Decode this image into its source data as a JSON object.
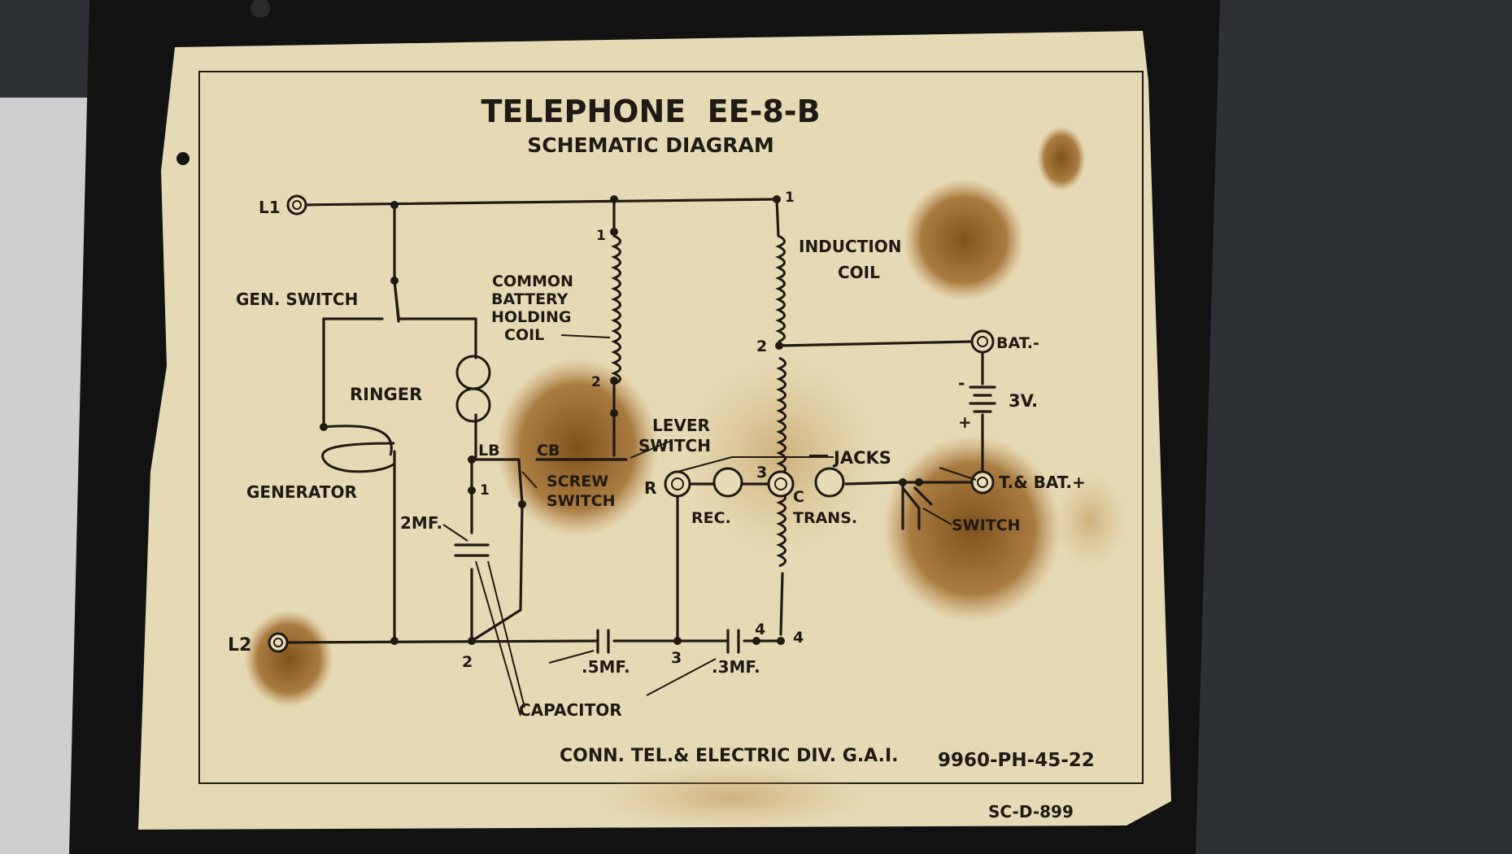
{
  "title": "TELEPHONE  EE-8-B",
  "subtitle": "SCHEMATIC DIAGRAM",
  "labels": {
    "L1": "L1",
    "L2": "L2",
    "gen_switch": "GEN. SWITCH",
    "ringer": "RINGER",
    "generator": "GENERATOR",
    "cap_2mf": "2MF.",
    "cb_coil_1": "COMMON",
    "cb_coil_2": "BATTERY",
    "cb_coil_3": "HOLDING",
    "cb_coil_4": "COIL",
    "induction_1": "INDUCTION",
    "induction_2": "COIL",
    "lever_1": "LEVER",
    "lever_2": "SWITCH",
    "screw_1": "SCREW",
    "screw_2": "SWITCH",
    "lb": "LB",
    "cb": "CB",
    "jacks": "JACKS",
    "r": "R",
    "c": "C",
    "rec": "REC.",
    "trans": "TRANS.",
    "bat_minus": "BAT.-",
    "voltage": "3V.",
    "minus": "-",
    "plus": "+",
    "t_bat_plus": "T.& BAT.+",
    "switch": "SWITCH",
    "cap_5mf": ".5MF.",
    "cap_3mf": ".3MF.",
    "capacitor": "CAPACITOR",
    "n1_a": "1",
    "n1_b": "1",
    "n1_c": "1",
    "n2_a": "2",
    "n2_b": "2",
    "n2_c": "2",
    "n3_a": "3",
    "n3_b": "3",
    "n4_a": "4",
    "n4_b": "4"
  },
  "footer": {
    "maker": "CONN. TEL.& ELECTRIC DIV. G.A.I.",
    "part": "9960-PH-45-22",
    "code": "SC-D-899"
  },
  "colors": {
    "plate": "#e6dab6",
    "ink": "#1f1a14",
    "stain": "#8a5a1c",
    "case": "#141414",
    "background": "#2b2e33"
  }
}
